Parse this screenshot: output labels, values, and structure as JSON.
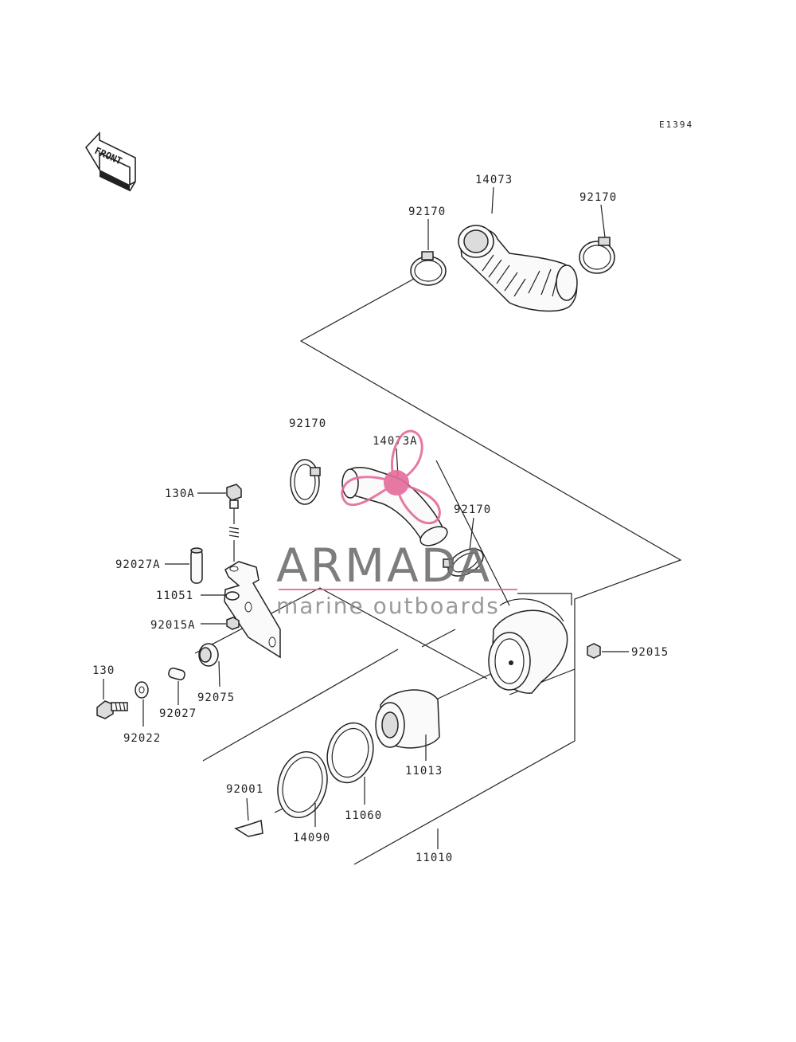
{
  "diagram_code": "E1394",
  "front_label": "FRONT",
  "watermark": {
    "title": "ARMADA",
    "subtitle": "marine outboards",
    "accent_color": "#e46a9b",
    "line_color": "#e46a9b"
  },
  "parts": {
    "p14073": "14073",
    "p92170_a": "92170",
    "p92170_b": "92170",
    "p92170_c": "92170",
    "p92170_d": "92170",
    "p14073A": "14073A",
    "p130A": "130A",
    "p92027A": "92027A",
    "p11051": "11051",
    "p92015A": "92015A",
    "p92075": "92075",
    "p130": "130",
    "p92022": "92022",
    "p92027": "92027",
    "p92015": "92015",
    "p11013": "11013",
    "p92001": "92001",
    "p11060": "11060",
    "p14090": "14090",
    "p11010": "11010"
  }
}
